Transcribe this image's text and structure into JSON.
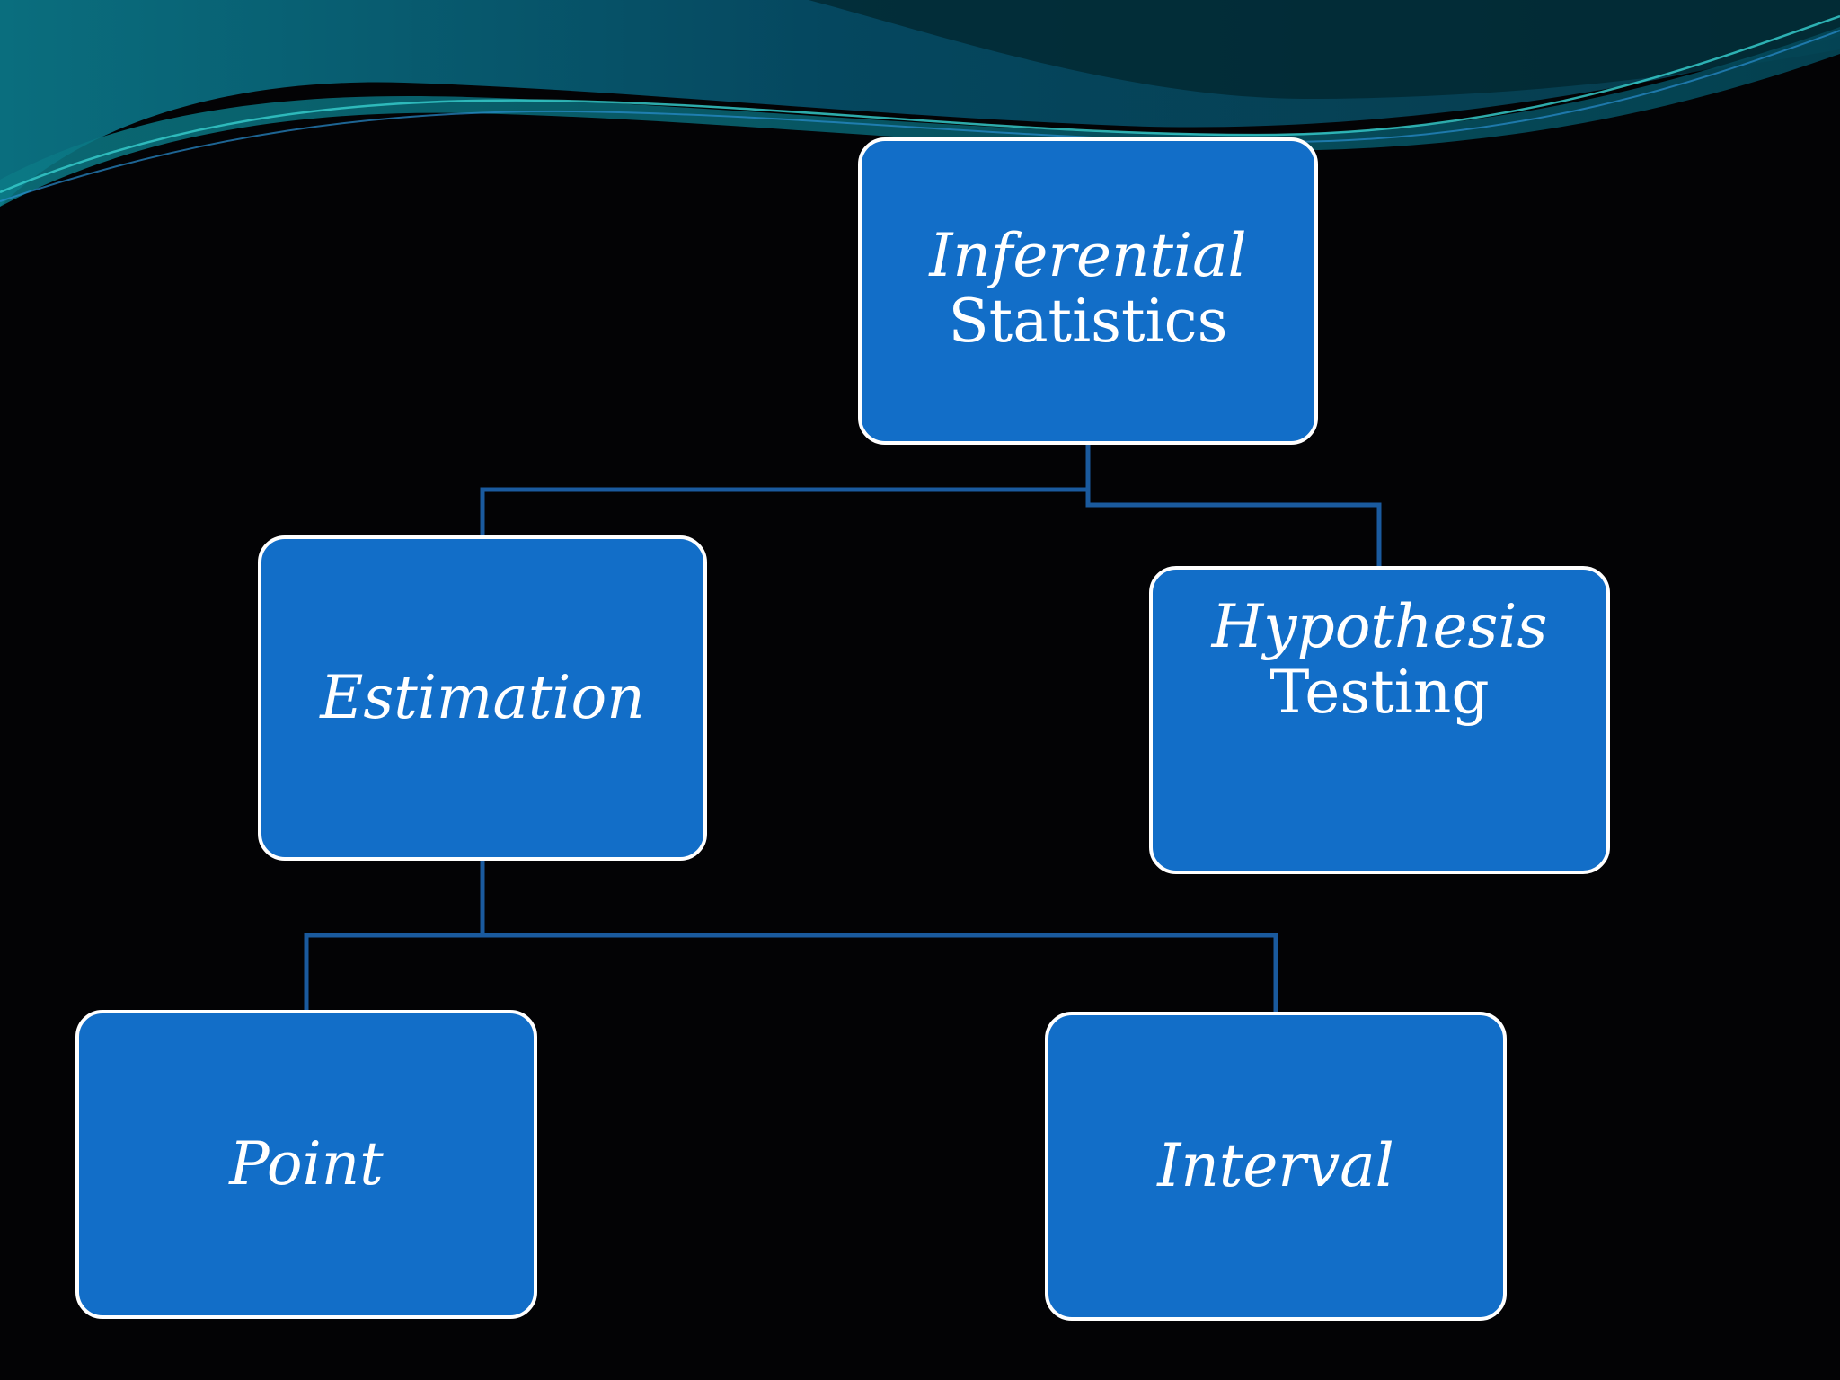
{
  "colors": {
    "background": "#030305",
    "node_fill": "#126ec8",
    "node_border": "#ffffff",
    "connector": "#1a5a9e",
    "wave_dark": "#033a4f",
    "wave_teal": "#0a6f80"
  },
  "diagram": {
    "root": {
      "line1": "Inferential",
      "line2": "Statistics"
    },
    "estimation": {
      "label": "Estimation"
    },
    "hypothesis": {
      "line1": "Hypothesis",
      "line2": "Testing"
    },
    "point": {
      "label": "Point"
    },
    "interval": {
      "label": "Interval"
    }
  }
}
